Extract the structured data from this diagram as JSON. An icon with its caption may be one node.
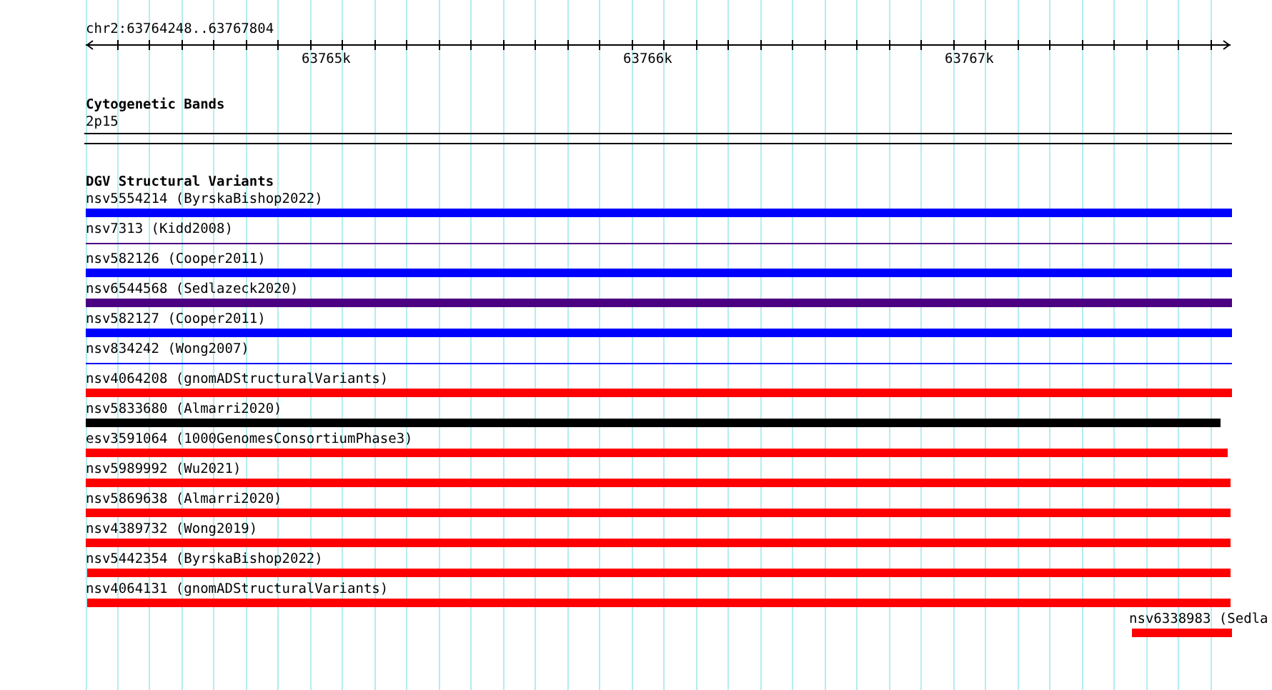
{
  "diagram": {
    "nodes": [
      {
        "text": [],
        "shape": "bar",
        "beside": [
          "nsv5554214 (ByrskaBishop2022)"
        ]
      },
      {
        "text": [],
        "shape": "bar",
        "beside": [
          "nsv7313 (Kidd2008)"
        ]
      },
      {
        "text": [],
        "shape": "bar",
        "beside": [
          "nsv582126 (Cooper2011)"
        ]
      },
      {
        "text": [],
        "shape": "bar",
        "beside": [
          "nsv6544568 (Sedlazeck2020)"
        ]
      },
      {
        "text": [],
        "shape": "bar",
        "beside": [
          "nsv582127 (Cooper2011)"
        ]
      },
      {
        "text": [],
        "shape": "bar",
        "beside": [
          "nsv834242 (Wong2007)"
        ]
      },
      {
        "text": [],
        "shape": "bar",
        "beside": [
          "nsv4064208 (gnomADStructuralVariants)"
        ]
      },
      {
        "text": [],
        "shape": "bar",
        "beside": [
          "nsv5833680 (Almarri2020)"
        ]
      },
      {
        "text": [],
        "shape": "bar",
        "beside": [
          "esv3591064 (1000GenomesConsortiumPhase3)"
        ]
      },
      {
        "text": [],
        "shape": "bar",
        "beside": [
          "nsv5989992 (Wu2021)"
        ]
      },
      {
        "text": [],
        "shape": "bar",
        "beside": [
          "nsv5869638 (Almarri2020)"
        ]
      },
      {
        "text": [],
        "shape": "bar",
        "beside": [
          "nsv4389732 (Wong2019)"
        ]
      },
      {
        "text": [],
        "shape": "bar",
        "beside": [
          "nsv5442354 (ByrskaBishop2022)"
        ]
      },
      {
        "text": [],
        "shape": "bar",
        "beside": [
          "nsv4064131 (gnomADStructuralVariants)"
        ]
      },
      {
        "text": [],
        "shape": "bar",
        "beside": [
          "nsv6338983 (Sedla"
        ]
      }
    ],
    "labels": [
      "chr2:63764248..63767804",
      "63765k",
      "63766k",
      "63767k",
      "Cytogenetic Bands",
      "2p15",
      "DGV Structural Variants"
    ]
  }
}
